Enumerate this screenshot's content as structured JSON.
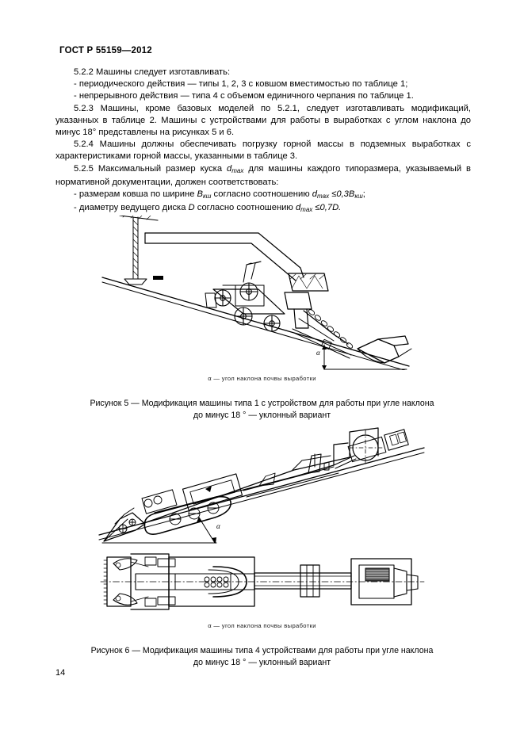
{
  "header": {
    "standard_id": "ГОСТ Р 55159—2012"
  },
  "body": {
    "paragraphs": [
      "5.2.2 Машины следует изготавливать:",
      "- периодического действия — типы 1, 2, 3 с ковшом вместимостью по таблице 1;",
      "- непрерывного действия — типа 4 с объемом единичного черпания по  таблице 1.",
      "5.2.3 Машины, кроме базовых моделей по 5.2.1, следует изготавливать модификаций, указанных в таблице 2. Машины с устройствами для работы в выработках с углом наклона до минус 18° представлены на рисунках 5 и 6.",
      "5.2.4 Машины должны обеспечивать погрузку горной массы в подземных выработках с характеристиками горной массы, указанными в таблице 3."
    ],
    "p525_part1": "5.2.5 Максимальный размер куска ",
    "p525_dmax": "d",
    "p525_dmax_sub": "max",
    "p525_part2": " для машины каждого типоразмера, указываемый в нормативной документации, должен соответствовать:",
    "bullet1_part1": "- размерам ковша по ширине ",
    "bullet1_B": "B",
    "bullet1_B_sub": "кш",
    "bullet1_part2": " согласно соотношению ",
    "bullet1_d": "d",
    "bullet1_d_sub": "max",
    "bullet1_rel": " ≤0,3B",
    "bullet1_rel_sub": "кш",
    "bullet1_end": ";",
    "bullet2_part1": "- диаметру ведущего диска ",
    "bullet2_D": "D",
    "bullet2_part2": " согласно соотношению ",
    "bullet2_d": "d",
    "bullet2_d_sub": "max",
    "bullet2_rel": " ≤0,7D."
  },
  "figure5": {
    "legend": "α — угол наклона почвы выработки",
    "caption_line1": "Рисунок 5 — Модификация машины типа 1 с устройством для работы при угле наклона",
    "caption_line2": "до минус 18 ° — уклонный вариант",
    "angle_symbol": "α",
    "alt": "Схема погрузочной машины типа 1 на наклонной почве выработки, вид сбоку"
  },
  "figure6": {
    "legend": "α — угол наклона почвы выработки",
    "caption_line1": "Рисунок 6 — Модификация машины типа 4 устройствами для работы при угле наклона",
    "caption_line2": "до минус 18 ° — уклонный вариант",
    "angle_symbol": "α",
    "alt": "Схема погрузочной машины непрерывного действия типа 4, вид сбоку и вид сверху"
  },
  "footer": {
    "page_number": "14"
  },
  "colors": {
    "ink": "#000000",
    "paper": "#ffffff",
    "legend_gray": "#1a1a1a"
  }
}
